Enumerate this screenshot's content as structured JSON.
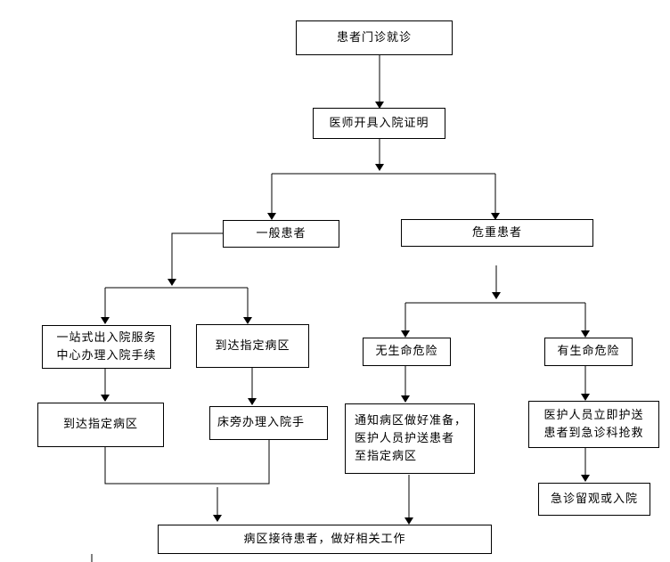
{
  "nodes": {
    "visit": "患者门诊就诊",
    "certificate": "医师开具入院证明",
    "general": "一般患者",
    "critical": "危重患者",
    "one_stop": "一站式出入院服务\n中心办理入院手续",
    "to_ward_a": "到达指定病区",
    "to_ward_b": "到达指定病区",
    "bedside": "床旁办理入院手",
    "no_risk": "无生命危险",
    "life_risk": "有生命危险",
    "notify": "通知病区做好准备，\n医护人员护送患者\n至指定病区",
    "escort_er": "医护人员立即护送\n患者到急诊科抢救",
    "observe": "急诊留观或入院",
    "receive": "病区接待患者，做好相关工作"
  }
}
